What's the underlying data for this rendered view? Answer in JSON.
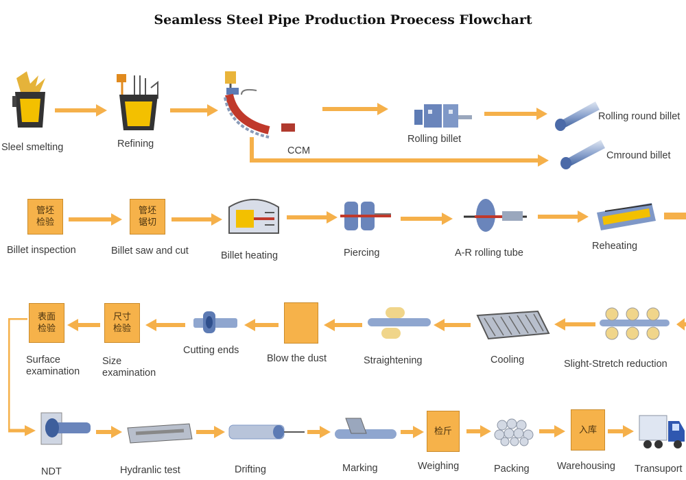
{
  "title": "Seamless Steel Pipe Production Proecess Flowchart",
  "colors": {
    "arrow": "#f5b04a",
    "box": "#f6b24a",
    "steel": "#5d7bb4"
  },
  "row1": {
    "steel_smelting": "Sleel smelting",
    "refining": "Refining",
    "ccm": "CCM",
    "rolling_billet": "Rolling billet",
    "rolling_round_billet": "Rolling round billet",
    "cmround_billet": "Cmround billet"
  },
  "row2": {
    "billet_inspection": "Billet inspection",
    "billet_inspection_box": "管坯\n检验",
    "billet_saw_cut": "Billet saw and cut",
    "billet_saw_cut_box": "管坯\n锯切",
    "billet_heating": "Billet heating",
    "piercing": "Piercing",
    "ar_rolling_tube": "A-R rolling tube",
    "reheating": "Reheating"
  },
  "row3": {
    "surface_examination": "Surface\nexamination",
    "surface_examination_box": "表面\n检验",
    "size_examination": "Size\nexamination",
    "size_examination_box": "尺寸\n检验",
    "cutting_ends": "Cutting ends",
    "blow_the_dust": "Blow the dust",
    "straightening": "Straightening",
    "cooling": "Cooling",
    "slight_stretch_reduction": "Slight-Stretch reduction"
  },
  "row4": {
    "ndt": "NDT",
    "hydranlic_test": "Hydranlic test",
    "drifting": "Drifting",
    "marking": "Marking",
    "weighing": "Weighing",
    "weighing_box": "检斤",
    "packing": "Packing",
    "warehousing": "Warehousing",
    "warehousing_box": "入库",
    "transport": "Transuport"
  }
}
